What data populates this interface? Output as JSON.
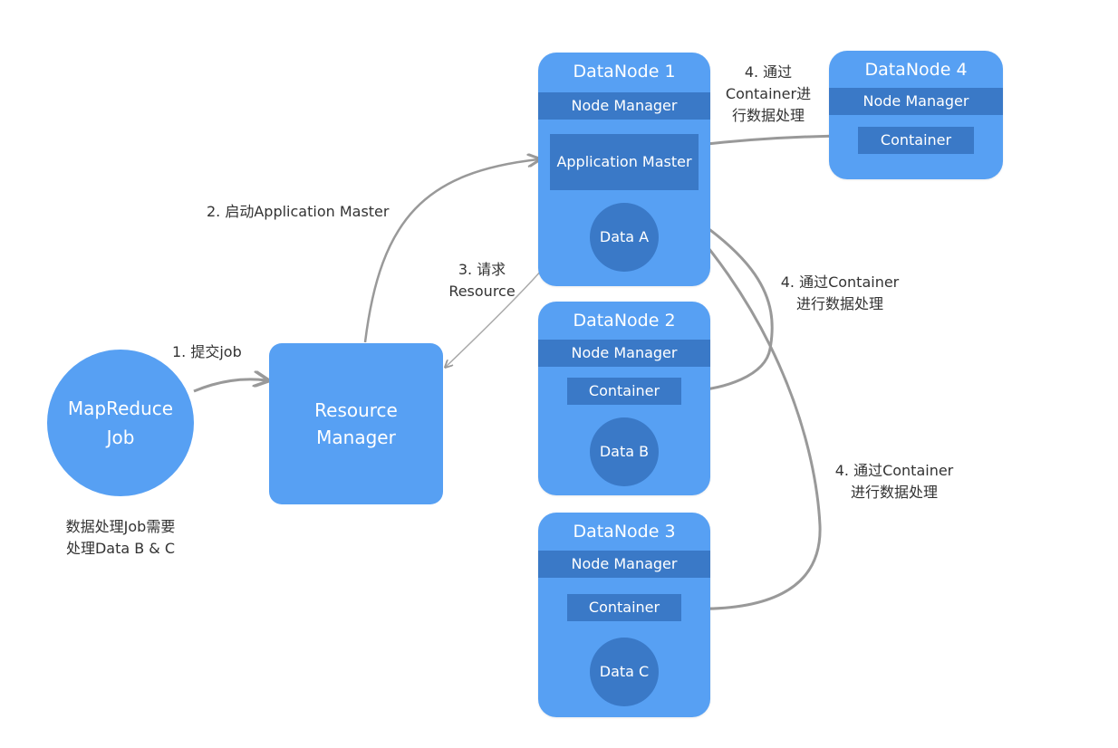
{
  "job": {
    "line1": "MapReduce",
    "line2": "Job"
  },
  "resource_manager": {
    "line1": "Resource",
    "line2": "Manager"
  },
  "job_note": {
    "line1": "数据处理Job需要",
    "line2": "处理Data B & C"
  },
  "steps": {
    "submit": "1. 提交job",
    "launch": "2. 启动Application Master",
    "request": {
      "line1": "3. 请求",
      "line2": "Resource"
    },
    "process_node4": {
      "line1": "4. 通过",
      "line2": "Container进",
      "line3": "行数据处理"
    },
    "process_node2": {
      "line1": "4. 通过Container",
      "line2": "进行数据处理"
    },
    "process_node3": {
      "line1": "4. 通过Container",
      "line2": "进行数据处理"
    }
  },
  "datanodes": [
    {
      "title": "DataNode 1",
      "manager": "Node Manager",
      "app_master": "Application Master",
      "data": "Data A"
    },
    {
      "title": "DataNode 2",
      "manager": "Node Manager",
      "container": "Container",
      "data": "Data B"
    },
    {
      "title": "DataNode 3",
      "manager": "Node Manager",
      "container": "Container",
      "data": "Data C"
    },
    {
      "title": "DataNode 4",
      "manager": "Node Manager",
      "container": "Container"
    }
  ],
  "colors": {
    "node_fill": "#57a0f3",
    "inner_fill": "#3a79c7",
    "arrow": "#999999",
    "label_text": "#333333"
  }
}
